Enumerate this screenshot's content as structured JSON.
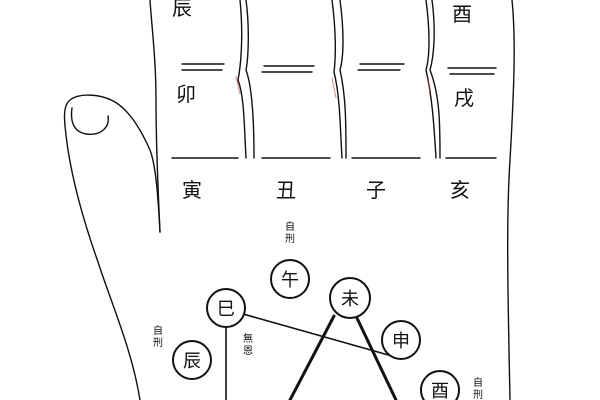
{
  "finger_labels": {
    "index_top": "辰",
    "index_mid": "卯",
    "pinky_top": "酉",
    "pinky_mid": "戌"
  },
  "base_labels": [
    "寅",
    "丑",
    "子",
    "亥"
  ],
  "palm_circles": {
    "wu": "午",
    "si": "巳",
    "wei": "未",
    "shen": "申",
    "chen": "辰",
    "you": "酉"
  },
  "notes": {
    "self_punish_1": "自刑",
    "self_punish_2": "自刑",
    "self_punish_3": "自刑",
    "wu_en": "無恩"
  },
  "colors": {
    "ink": "#111111",
    "crease_accent": "#c04040"
  }
}
